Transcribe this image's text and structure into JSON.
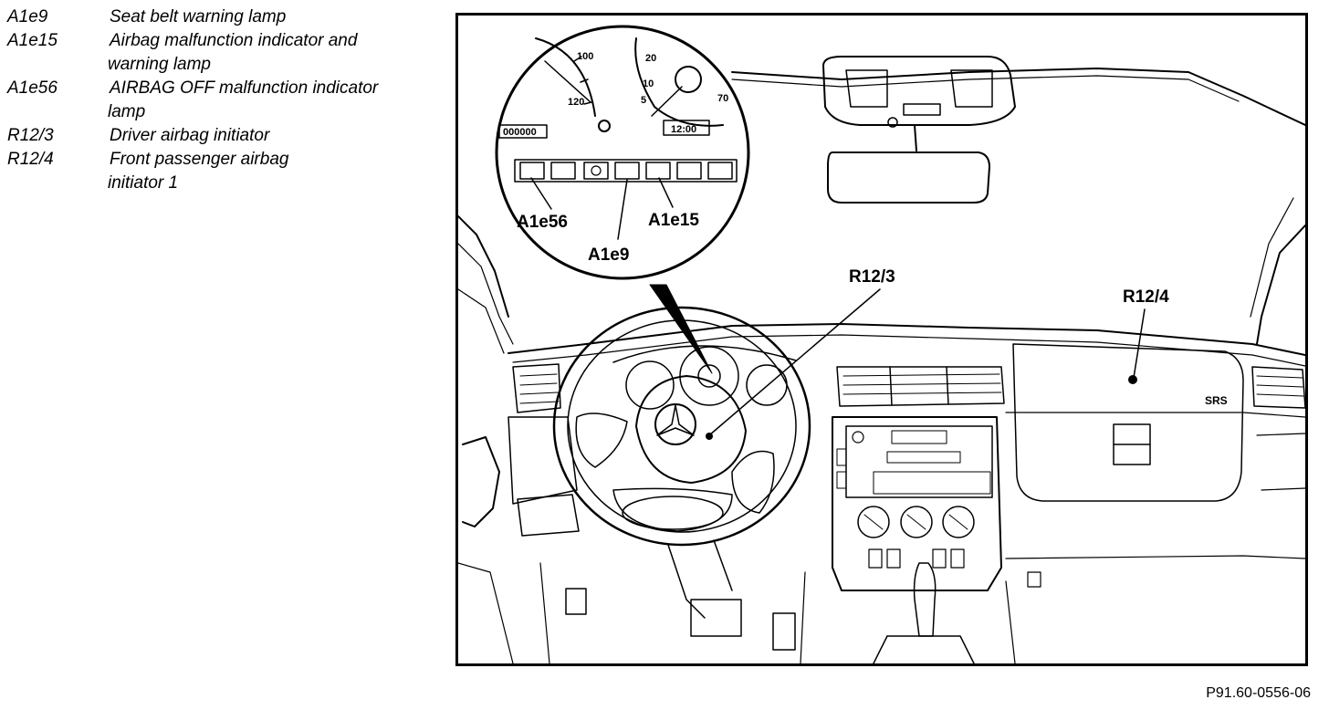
{
  "legend": [
    {
      "code": "A1e9",
      "line1": "Seat belt warning lamp",
      "line2": ""
    },
    {
      "code": "A1e15",
      "line1": "Airbag malfunction indicator and",
      "line2": "warning lamp"
    },
    {
      "code": "A1e56",
      "line1": "AIRBAG OFF malfunction indicator",
      "line2": "lamp"
    },
    {
      "code": "R12/3",
      "line1": "Driver airbag initiator",
      "line2": ""
    },
    {
      "code": "R12/4",
      "line1": "Front passenger airbag",
      "line2": "initiator 1"
    }
  ],
  "callouts": {
    "a1e56": "A1e56",
    "a1e15": "A1e15",
    "a1e9": "A1e9",
    "r12_3": "R12/3",
    "r12_4": "R12/4"
  },
  "cluster": {
    "odometer": "000000",
    "clock": "12:00",
    "speed_100": "100",
    "speed_120": "120",
    "rpm_20": "20",
    "rpm_10": "10",
    "rpm_5": "5",
    "rpm_7": "70"
  },
  "dash": {
    "srs_label": "SRS"
  },
  "figure_id": "P91.60-0556-06"
}
